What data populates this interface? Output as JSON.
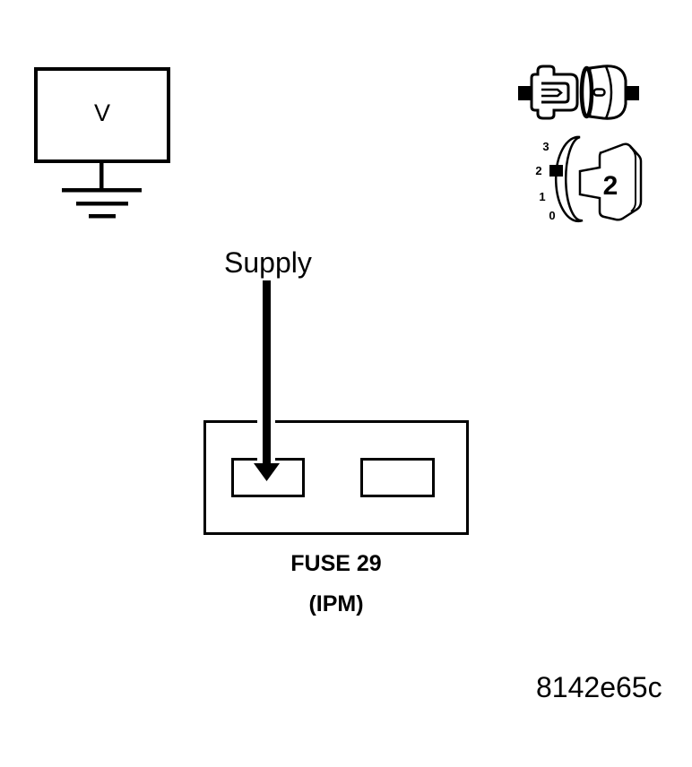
{
  "diagram": {
    "colors": {
      "ink": "#000000",
      "background": "#ffffff"
    },
    "voltmeter": {
      "label": "V"
    },
    "supply": {
      "label": "Supply"
    },
    "fuse_box": {
      "title": "FUSE 29",
      "subtitle": "(IPM)"
    },
    "figure_code": "8142e65c",
    "icons": {
      "ground": "ground-symbol-icon",
      "arrow": "supply-arrow-icon",
      "connectors": "disconnected-connector-pair-icon",
      "dial": "selector-dial-icon"
    },
    "dial": {
      "positions": [
        "3",
        "2",
        "1",
        "0"
      ],
      "selected": "2",
      "knob_label": "2"
    }
  }
}
